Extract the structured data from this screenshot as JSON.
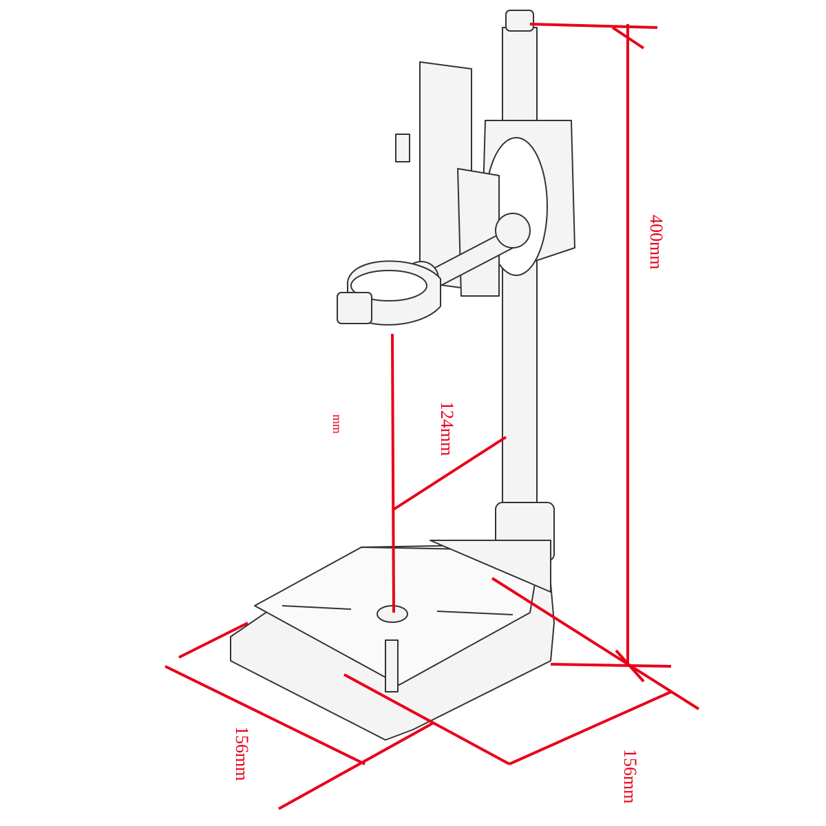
{
  "title": "Drill stand dimension drawing",
  "dimensions": {
    "height": "400mm",
    "clamp_reach": "124mm",
    "clamp_height_unit": "mm",
    "base_width": "156mm",
    "base_depth": "156mm"
  },
  "colors": {
    "dimension": "#e8001a",
    "outline": "#333333",
    "fill": "#f2f2f2"
  }
}
